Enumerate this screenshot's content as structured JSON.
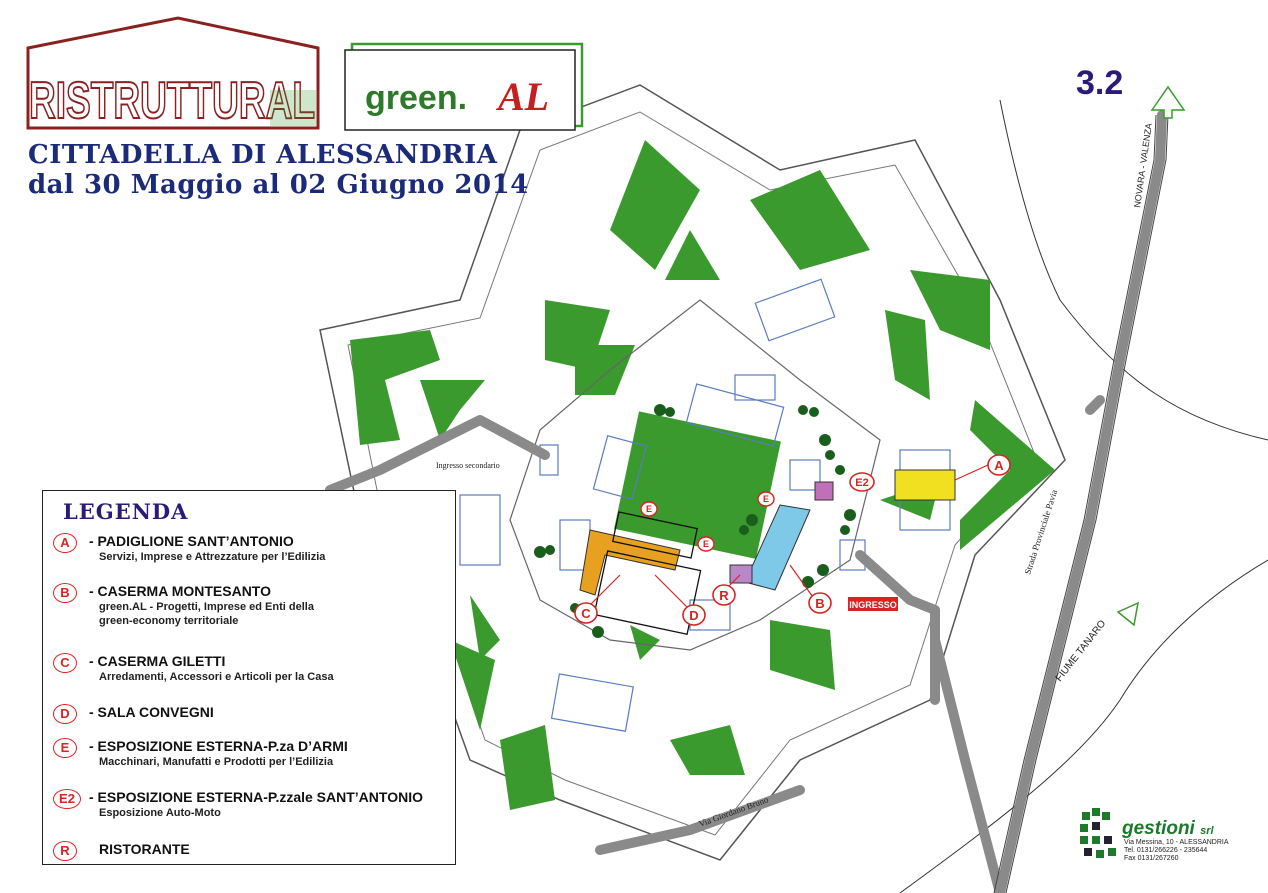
{
  "header": {
    "logo_ristrutturAL": "RISTRUTTURAL",
    "logo_green": "green.",
    "logo_green_al": "AL",
    "title_line1": "CITTADELLA DI ALESSANDRIA",
    "title_line2": "dal 30 Maggio al 02 Giugno 2014",
    "page_number": "3.2"
  },
  "map": {
    "labels": {
      "novara_valenza": "NOVARA - VALENZA",
      "strada_pavia": "Strada Provinciale Pavia",
      "fiume_tanaro": "FIUME TANARO",
      "via_giordano_bruno": "Via Giordano Bruno",
      "ingresso_secondario": "Ingresso secondario",
      "ingresso": "INGRESSO"
    },
    "markers": [
      "A",
      "B",
      "C",
      "D",
      "E",
      "E",
      "E",
      "E2",
      "R"
    ]
  },
  "legend": {
    "title": "LEGENDA",
    "items": [
      {
        "code": "A",
        "name": "- PADIGLIONE SANT’ANTONIO",
        "desc": [
          "Servizi, Imprese e Attrezzature per l’Edilizia"
        ]
      },
      {
        "code": "B",
        "name": "- CASERMA MONTESANTO",
        "desc": [
          "green.AL - Progetti, Imprese ed Enti della",
          "green-economy territoriale"
        ]
      },
      {
        "code": "C",
        "name": "- CASERMA GILETTI",
        "desc": [
          "Arredamenti, Accessori e Articoli per la Casa"
        ]
      },
      {
        "code": "D",
        "name": "- SALA CONVEGNI",
        "desc": []
      },
      {
        "code": "E",
        "name": "- ESPOSIZIONE ESTERNA-P.za D’ARMI",
        "desc": [
          "Macchinari, Manufatti e Prodotti per l’Edilizia"
        ]
      },
      {
        "code": "E2",
        "name": "- ESPOSIZIONE ESTERNA-P.zzale SANT’ANTONIO",
        "desc": [
          "Esposizione Auto-Moto"
        ]
      },
      {
        "code": "R",
        "name": "RISTORANTE",
        "desc": []
      }
    ]
  },
  "footer": {
    "company": "gestioni",
    "company_suffix": "srl",
    "address": "Via Messina, 10 - ALESSANDRIA",
    "tel": "Tel. 0131/266226 - 235644",
    "fax": "Fax 0131/267260"
  },
  "colors": {
    "green": "#3a9a2e",
    "road": "#8a8a8a",
    "building_blue": "#5a7cc0",
    "marker_red": "#d92222",
    "title_blue": "#1c2a7a",
    "highlight_yellow": "#f0e020",
    "highlight_orange": "#e8a020",
    "highlight_lightblue": "#7ec8e8"
  }
}
